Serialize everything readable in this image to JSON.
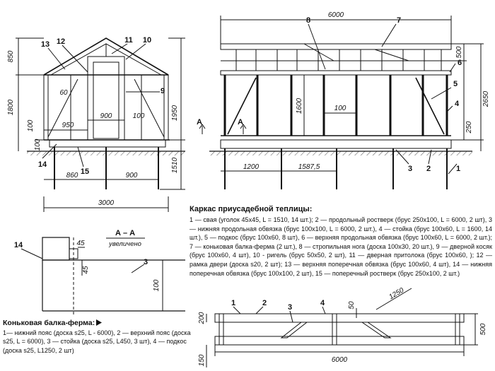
{
  "legend": {
    "title": "Каркас приусадебной теплицы:",
    "body": "1 — свая (уголок 45х45, L = 1510, 14 шт.); 2 — продольный ростверк (брус 250х100, L = 6000, 2 шт), 3 — нижняя продольная обвязка (брус 100х100, L = 6000, 2 шт.), 4 — стойка (брус 100х60, L = 1600, 14 шт.), 5 — подкос (брус 100х60, 8 шт), 6 — верхняя продольная обвязка (брус 100х60, L = 6000, 2 шт.); 7 — коньковая балка-ферма (2 шт.), 8 — стропильная нога (доска 100х30, 20 шт.), 9 — дверной косяк (брус 100х60, 4 шт), 10 - ригель (брус 50х50, 2 шт), 11 — дверная притолока (брус 100х60, ); 12 — рамка двери (доска s20, 2 шт); 13 — верхняя поперечная обвязка (брус 100х60, 4 шт), 14 — нижняя поперечная обвязка (брус 100х100, 2 шт), 15 — поперечный ростверк (брус 250х100, 2 шт.)"
  },
  "ridge": {
    "title": "Коньковая балка-ферма:",
    "body": "1— нижний пояс (доска s25, L - 6000), 2 — верхний пояс (доска s25, L = 6000), 3 — стойка (доска s25, L450, 3 шт), 4 — подкос (доска s25, L1250, 2 шт)"
  },
  "section": {
    "title": "А – А",
    "subtitle": "увеличено"
  },
  "section_dims": [
    "45",
    "45",
    "100"
  ],
  "section_callouts": [
    "14",
    "3"
  ],
  "front_dims": [
    "850",
    "1800",
    "1950",
    "1510",
    "60",
    "100",
    "950",
    "900",
    "100",
    "860",
    "900",
    "3000",
    "100"
  ],
  "front_callouts": [
    "13",
    "12",
    "11",
    "10",
    "9",
    "14",
    "15"
  ],
  "side_dims": [
    "6000",
    "500",
    "1600",
    "100",
    "2650",
    "250",
    "1200",
    "1587,5"
  ],
  "side_callouts": [
    "8",
    "7",
    "6",
    "5",
    "4",
    "3",
    "2",
    "1"
  ],
  "section_marks": [
    "А",
    "А"
  ],
  "truss_dims": [
    "200",
    "50",
    "1250",
    "500",
    "6000",
    "150"
  ],
  "truss_callouts": [
    "1",
    "2",
    "3",
    "4"
  ]
}
